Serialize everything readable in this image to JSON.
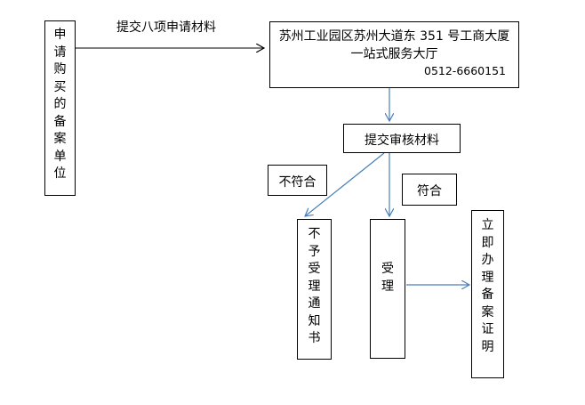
{
  "applicant": {
    "text": "申请购买的备案单位"
  },
  "submit_label": "提交八项申请材料",
  "office": {
    "line1": "苏州工业园区苏州大道东 351 号工商大厦",
    "line2": "一站式服务大厅",
    "phone": "0512-6660151"
  },
  "review": {
    "text": "提交审核材料"
  },
  "noncompliant": {
    "text": "不符合"
  },
  "compliant": {
    "text": "符合"
  },
  "rejection_notice": {
    "text": "不予受理通知书"
  },
  "accept": {
    "text": "受理"
  },
  "certificate": {
    "text": "立即办理备案证明"
  },
  "colors": {
    "line_black": "#000000",
    "arrow_blue": "#4a7ebb"
  }
}
